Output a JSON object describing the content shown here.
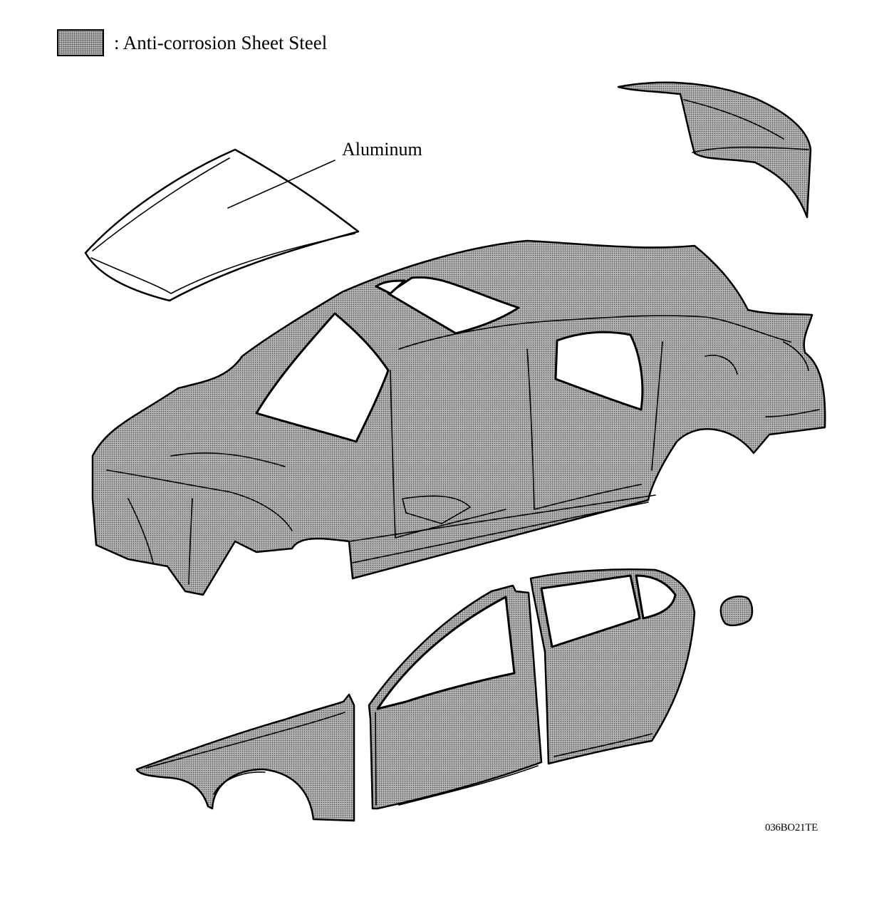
{
  "legend": {
    "swatch_pattern": "stipple-gray",
    "label": ": Anti-corrosion Sheet Steel"
  },
  "callouts": {
    "hood_material": "Aluminum"
  },
  "figure_code": "036BO21TE",
  "colors": {
    "sheet_steel_fill": "#b9b9b9",
    "stipple_dot": "#555555",
    "outline": "#000000",
    "aluminum_fill": "#ffffff"
  }
}
